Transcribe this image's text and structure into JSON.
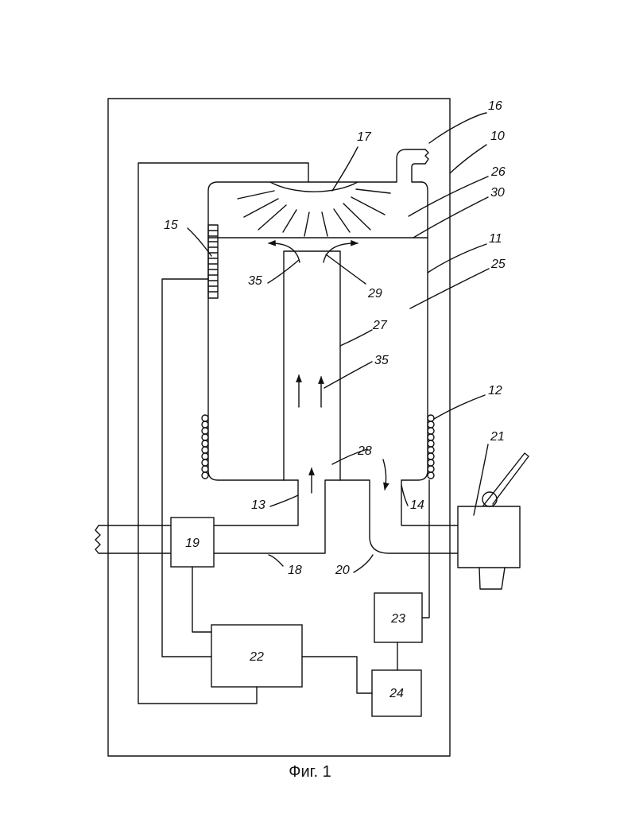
{
  "figure": {
    "caption": "Фиг. 1",
    "labels": {
      "l10": "10",
      "l11": "11",
      "l12": "12",
      "l13": "13",
      "l14": "14",
      "l15": "15",
      "l16": "16",
      "l17": "17",
      "l18": "18",
      "l20": "20",
      "l21": "21",
      "l25": "25",
      "l26": "26",
      "l27": "27",
      "l28": "28",
      "l29": "29",
      "l30": "30",
      "l35a": "35",
      "l35b": "35"
    },
    "boxes": {
      "b19": "19",
      "b22": "22",
      "b23": "23",
      "b24": "24"
    }
  }
}
